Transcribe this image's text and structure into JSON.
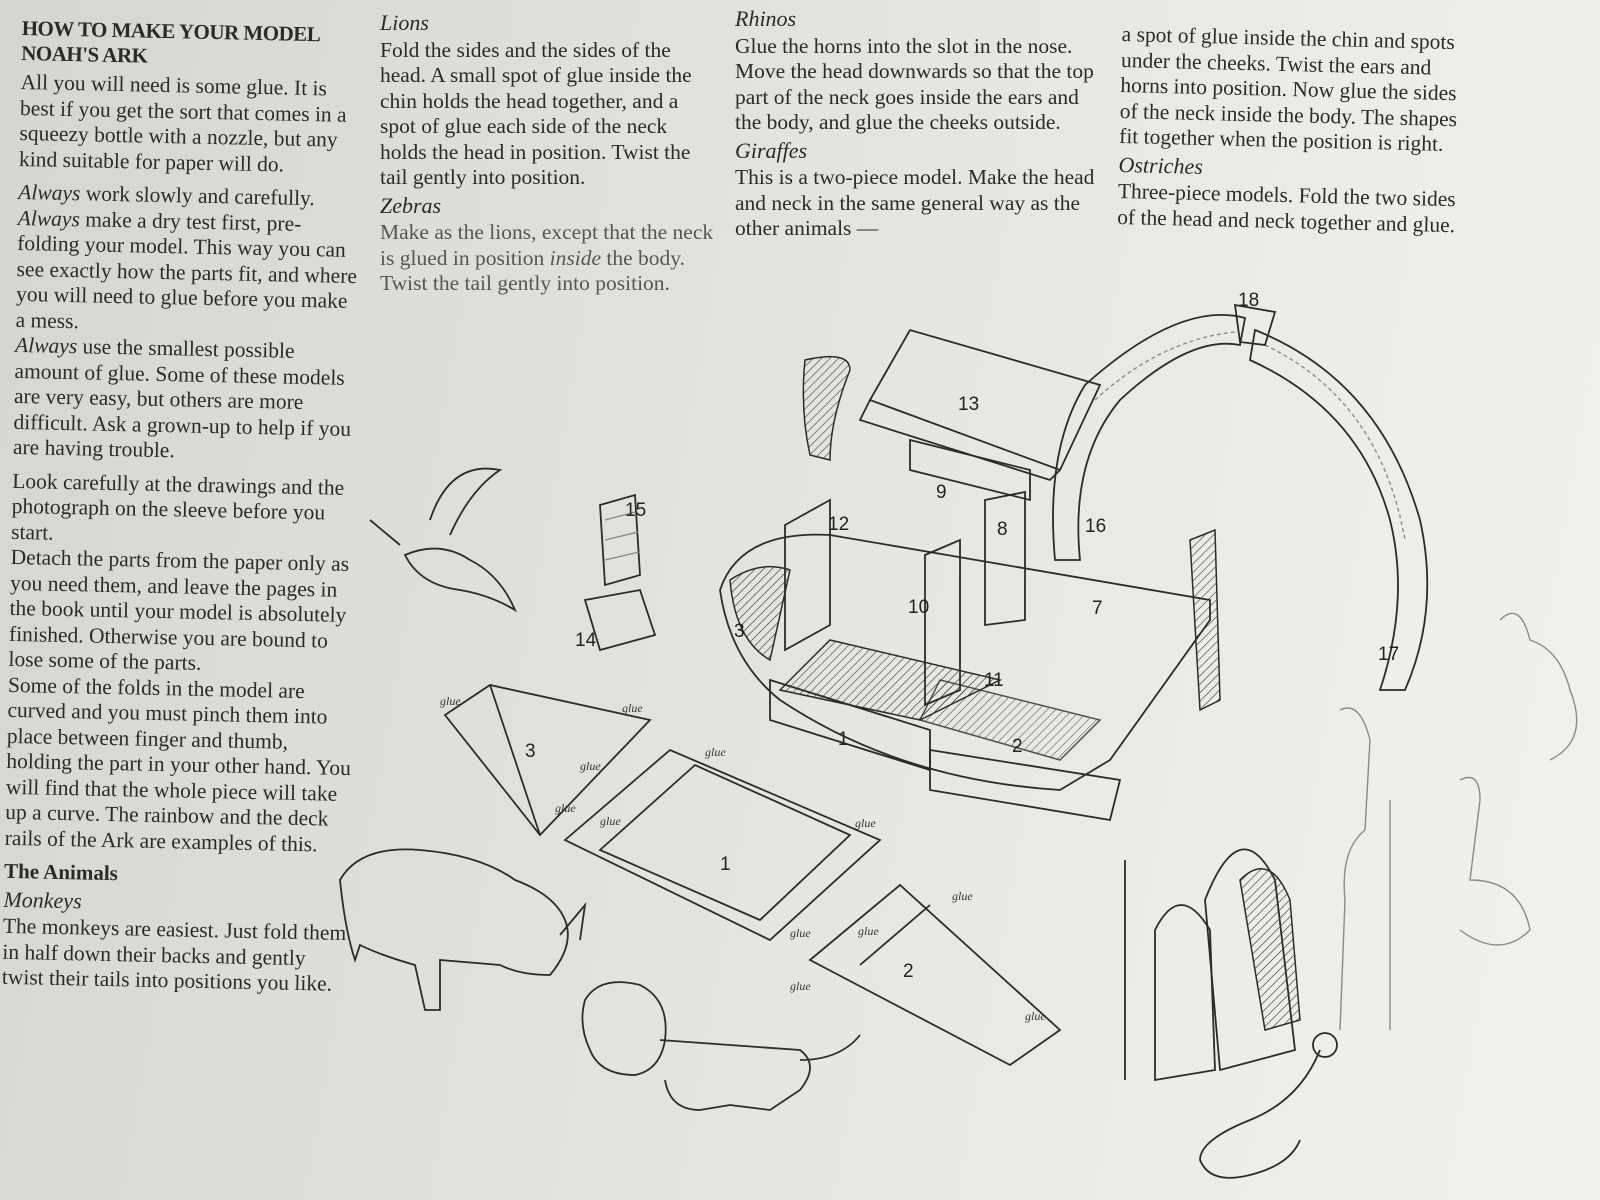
{
  "heading": "HOW TO MAKE YOUR MODEL NOAH'S ARK",
  "intro": "All you will need is some glue. It is best if you get the sort that comes in a squeezy bottle with a nozzle, but any kind suitable for paper will do.",
  "tips": [
    {
      "emph": "Always",
      "text": " work slowly and carefully."
    },
    {
      "emph": "Always",
      "text": " make a dry test first, pre-folding your model. This way you can see exactly how the parts fit, and where you will need to glue before you make a mess."
    },
    {
      "emph": "Always",
      "text": " use the smallest possible amount of glue. Some of these models are very easy, but others are more difficult. Ask a grown-up to help if you are having trouble."
    }
  ],
  "instructions": [
    "Look carefully at the drawings and the photograph on the sleeve before you start.",
    "Detach the parts from the paper only as you need them, and leave the pages in the book until your model is absolutely finished. Otherwise you are bound to lose some of the parts.",
    "Some of the folds in the model are curved and you must pinch them into place between finger and thumb, holding the part in your other hand. You will find that the whole piece will take up a curve. The rainbow and the deck rails of the Ark are examples of this."
  ],
  "animals_heading": "The Animals",
  "monkeys": {
    "title": "Monkeys",
    "text": "The monkeys are easiest. Just fold them in half down their backs and gently twist their tails into positions you like."
  },
  "lions": {
    "title": "Lions",
    "text": "Fold the sides and the sides of the head. A small spot of glue inside the chin holds the head together, and a spot of glue each side of the neck holds the head in position. Twist the tail gently into position."
  },
  "zebras": {
    "title": "Zebras",
    "text_before": "Make as the lions, except that the neck is glued in position ",
    "text_emph": "inside",
    "text_after": " the body. Twist the tail gently into position."
  },
  "rhinos": {
    "title": "Rhinos",
    "text": "Glue the horns into the slot in the nose. Move the head downwards so that the top part of the neck goes inside the ears and the body, and glue the cheeks outside."
  },
  "giraffes": {
    "title": "Giraffes",
    "text": "This is a two-piece model. Make the head and neck in the same general way as the other animals —"
  },
  "giraffes_cont": "a spot of glue inside the chin and spots under the cheeks. Twist the ears and horns into position. Now glue the sides of the neck inside the body. The shapes fit together when the position is right.",
  "ostriches": {
    "title": "Ostriches",
    "text": "Three-piece models. Fold the two sides of the head and neck together and glue."
  },
  "diagram": {
    "part_labels": [
      "1",
      "2",
      "3",
      "7",
      "8",
      "9",
      "10",
      "11",
      "12",
      "13",
      "14",
      "15",
      "16",
      "17",
      "18"
    ],
    "flat_labels": [
      "3",
      "1",
      "2"
    ],
    "glue_label": "glue"
  }
}
